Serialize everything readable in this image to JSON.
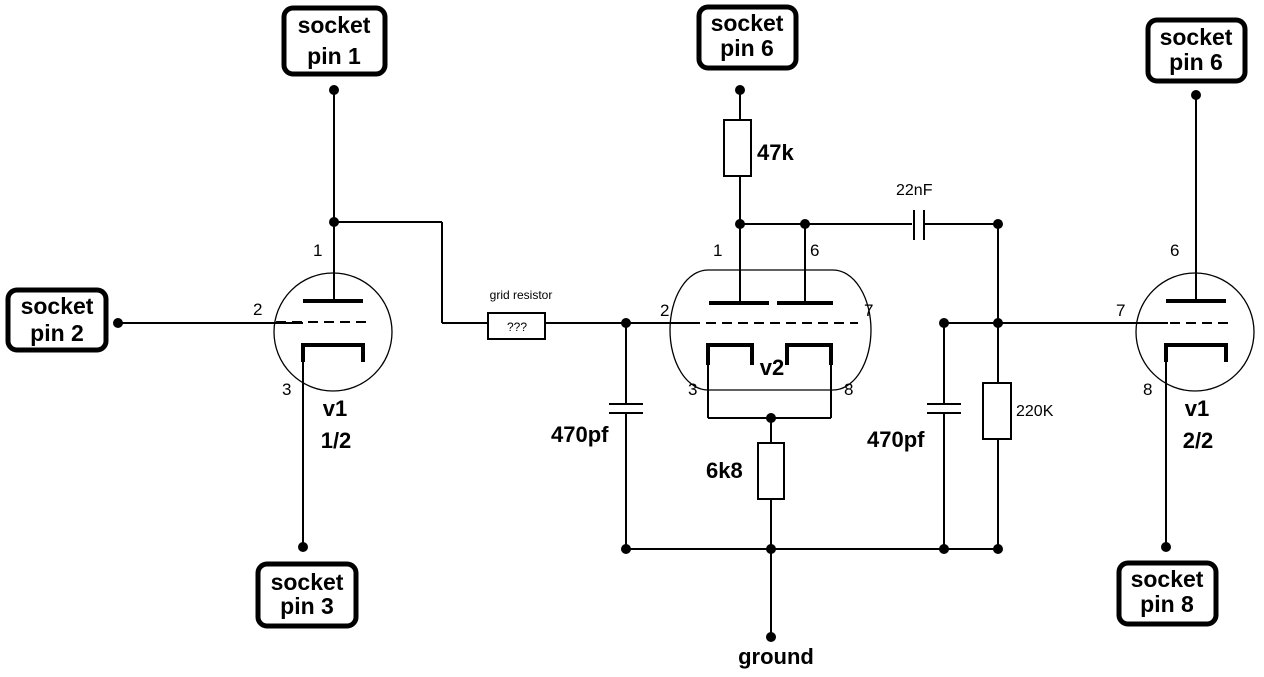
{
  "sockets": {
    "v1a_plate": {
      "line1": "socket",
      "line2": "pin 1"
    },
    "v1a_grid": {
      "line1": "socket",
      "line2": "pin 2"
    },
    "v1a_cathode": {
      "line1": "socket",
      "line2": "pin 3"
    },
    "v2_supply": {
      "line1": "socket",
      "line2": "pin 6"
    },
    "v1b_plate": {
      "line1": "socket",
      "line2": "pin 6"
    },
    "v1b_cathode": {
      "line1": "socket",
      "line2": "pin 8"
    }
  },
  "tubes": {
    "v1a": {
      "name": "v1",
      "section": "1/2",
      "pins": {
        "plate": "1",
        "grid": "2",
        "cathode": "3"
      }
    },
    "v2": {
      "name": "v2",
      "pins": {
        "plate_a": "1",
        "plate_b": "6",
        "grid_a": "2",
        "grid_b": "7",
        "cathode_a": "3",
        "cathode_b": "8"
      }
    },
    "v1b": {
      "name": "v1",
      "section": "2/2",
      "pins": {
        "plate": "6",
        "grid": "7",
        "cathode": "8"
      }
    }
  },
  "components": {
    "grid_resistor": {
      "label": "grid resistor",
      "value": "???"
    },
    "plate_resistor": {
      "value": "47k"
    },
    "cathode_resistor": {
      "value": "6k8"
    },
    "coupling_cap": {
      "value": "22nF"
    },
    "cap_left": {
      "value": "470pf"
    },
    "cap_right": {
      "value": "470pf"
    },
    "grid_leak": {
      "value": "220K"
    }
  },
  "ground_label": "ground"
}
